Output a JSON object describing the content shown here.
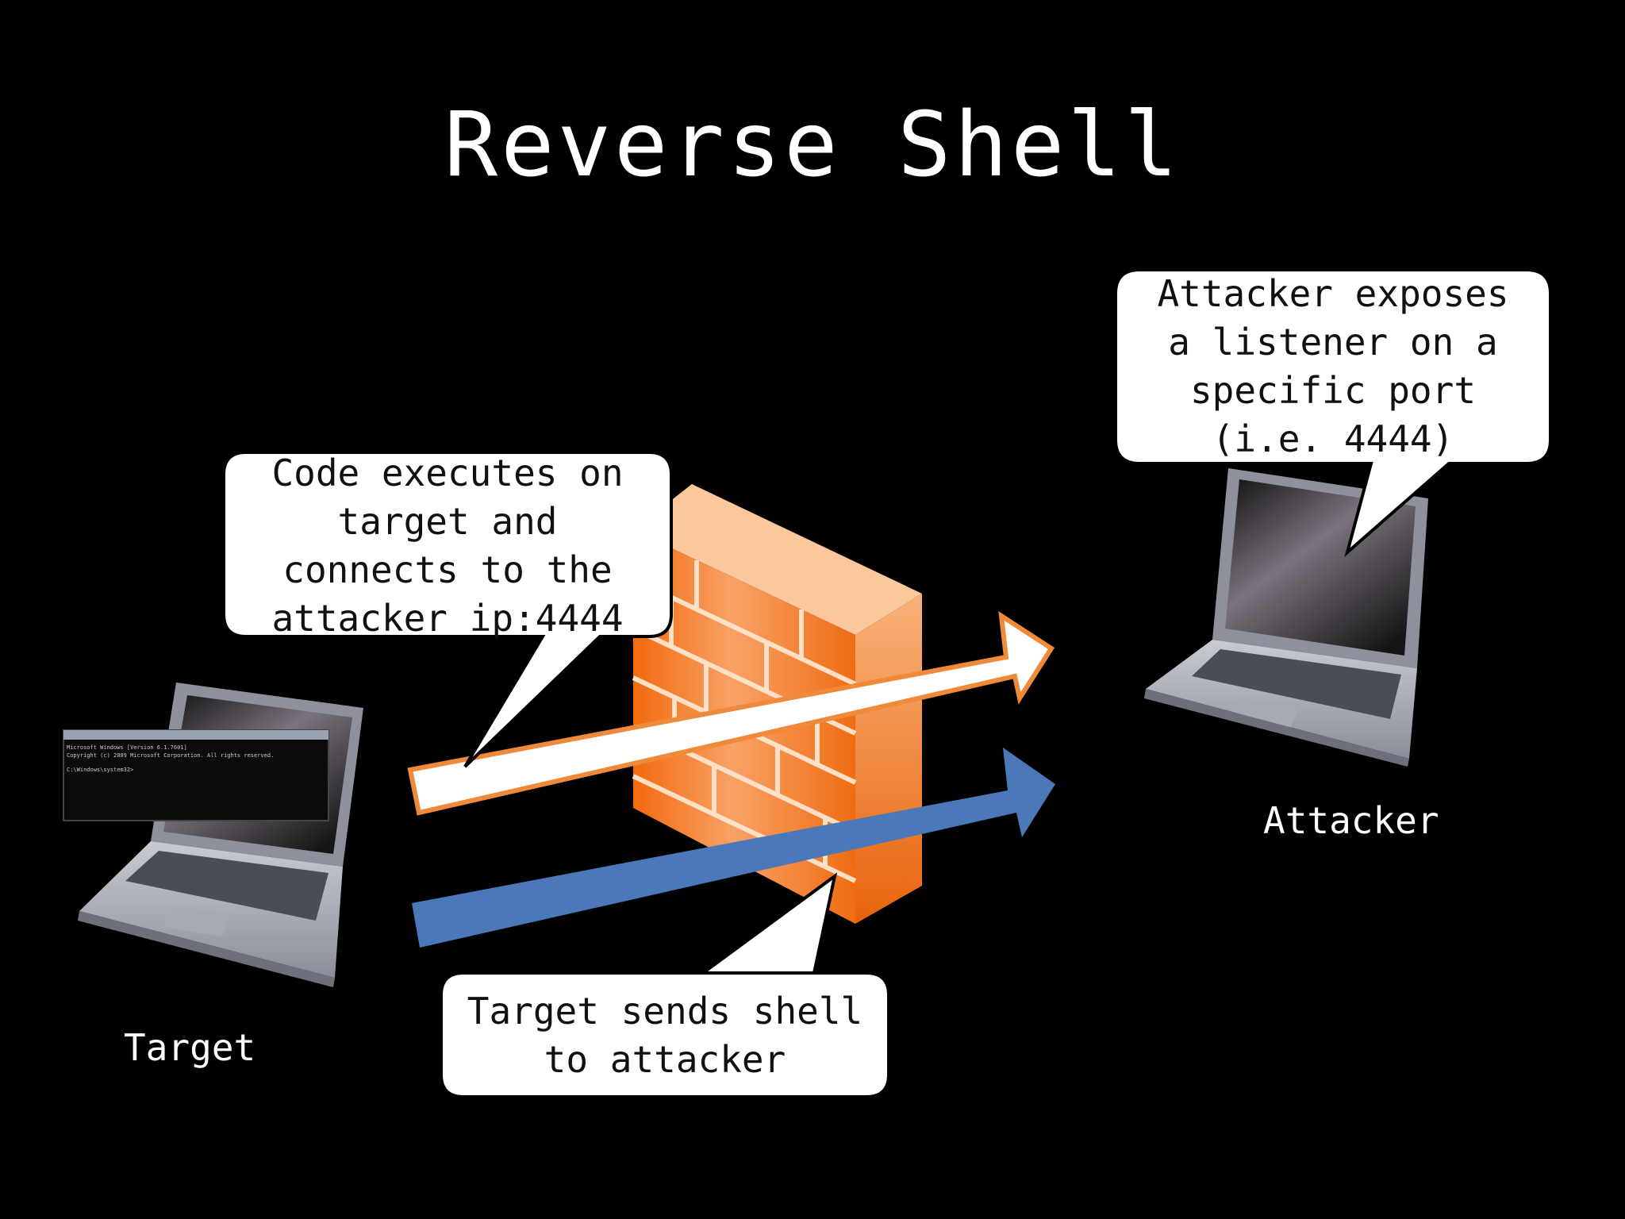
{
  "title": "Reverse Shell",
  "nodes": {
    "target_label": "Target",
    "attacker_label": "Attacker"
  },
  "callouts": {
    "code_executes": [
      "Code executes on",
      "target and",
      "connects to the",
      "attacker ip:4444"
    ],
    "attacker_listener": [
      "Attacker exposes",
      "a listener on a",
      "specific port",
      "(i.e. 4444)"
    ],
    "sends_shell": [
      "Target sends shell",
      "to attacker"
    ]
  },
  "terminal": {
    "lines": [
      "Microsoft Windows [Version 6.1.7601]",
      "Copyright (c) 2009 Microsoft Corporation. All rights reserved.",
      "C:\\Windows\\system32>"
    ]
  },
  "colors": {
    "background": "#000000",
    "firewall": "#f07a24",
    "connect_arrow_fill": "#ffffff",
    "connect_arrow_stroke": "#ee8a3a",
    "shell_arrow_fill": "#4a78b8",
    "callout_fill": "#ffffff"
  }
}
